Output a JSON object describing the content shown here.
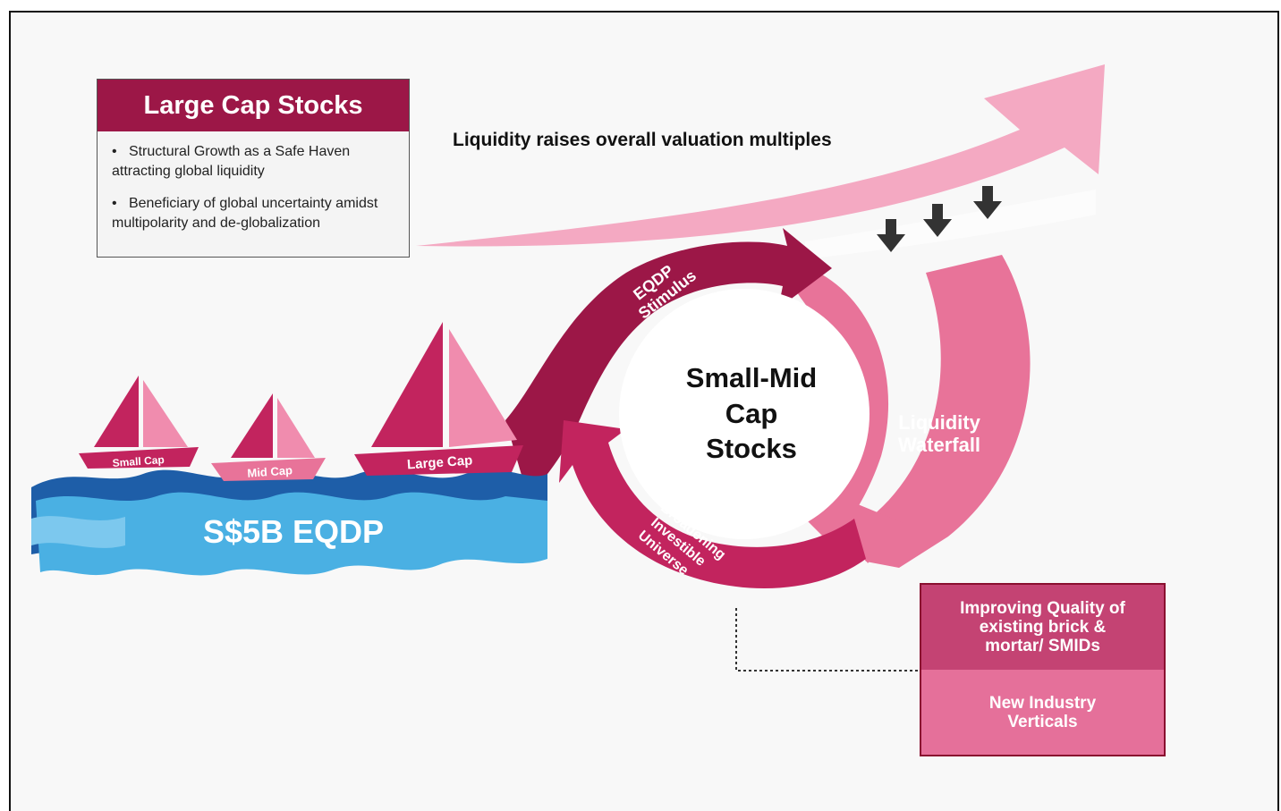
{
  "large_cap_box": {
    "title": "Large Cap Stocks",
    "bullets": [
      "Structural Growth as a Safe Haven attracting global liquidity",
      "Beneficiary of global uncertainty amidst multipolarity and de-globalization"
    ]
  },
  "headline": "Liquidity raises overall valuation multiples",
  "cycle": {
    "center_lines": [
      "Small-Mid",
      "Cap",
      "Stocks"
    ],
    "arrow_eqdp_lines": [
      "EQDP",
      "Stimulus"
    ],
    "arrow_liquidity_lines": [
      "Liquidity",
      "Waterfall"
    ],
    "arrow_broadening_lines": [
      "Broadening",
      "Investible",
      "Universe"
    ]
  },
  "boats": {
    "small": "Small Cap",
    "mid": "Mid Cap",
    "large": "Large Cap"
  },
  "sea_label": "S$5B EQDP",
  "right_box": {
    "top_lines": [
      "Improving Quality of",
      "existing brick &",
      "mortar/ SMIDs"
    ],
    "bottom_lines": [
      "New Industry",
      "Verticals"
    ]
  },
  "colors": {
    "dark_magenta": "#9c1747",
    "magenta": "#c2245e",
    "pink": "#e87399",
    "light_pink": "#f4a9c2",
    "sea_light": "#4ab0e3",
    "sea_dark": "#1e5ea8"
  }
}
